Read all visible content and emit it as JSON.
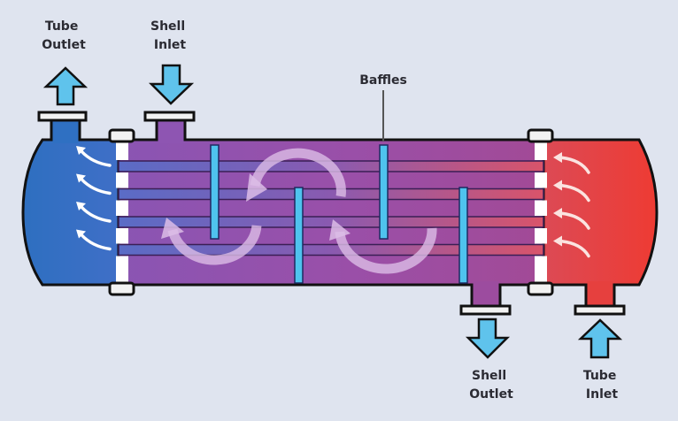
{
  "title": "Shell and Tube Heat Exchanger",
  "labels": {
    "tube_outlet": [
      "Tube",
      "Outlet"
    ],
    "shell_inlet": [
      "Shell",
      "Inlet"
    ],
    "baffles": "Baffles",
    "shell_outlet": [
      "Shell",
      "Outlet"
    ],
    "tube_inlet": [
      "Tube",
      "Inlet"
    ]
  },
  "colors": {
    "background": "#dfe4ef",
    "cold_end": "#2f74c5",
    "shell_fluid": "#9a4fa8",
    "hot_end": "#ea3c37",
    "flow_arrow": "#5fc3ec",
    "baffle": "#4fc3ee",
    "outline": "#111111",
    "tube_cold": "#5b6cc4",
    "tube_hot": "#d8546a",
    "swirl": "#d9b8e2"
  },
  "components": {
    "tube_count": 4,
    "baffle_count": 4,
    "flow_directions": {
      "tube_outlet": "up",
      "shell_inlet": "down",
      "shell_outlet": "down",
      "tube_inlet": "up"
    }
  }
}
